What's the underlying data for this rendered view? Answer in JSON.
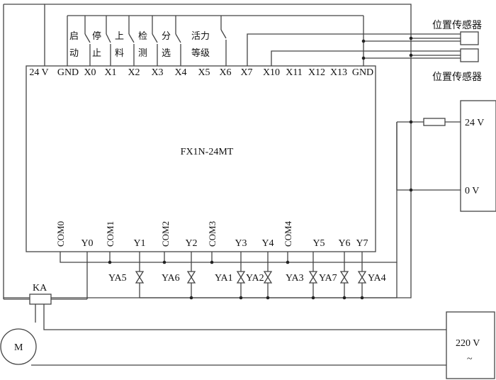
{
  "plc": {
    "model": "FX1N-24MT",
    "top_terminals": [
      "24 V",
      "GND",
      "X0",
      "X1",
      "X2",
      "X3",
      "X4",
      "X5",
      "X6",
      "X7",
      "X10",
      "X11",
      "X12",
      "X13",
      "GND"
    ],
    "com_terminals": [
      "COM0",
      "COM1",
      "COM2",
      "COM3",
      "COM4"
    ],
    "y_terminals": [
      "Y0",
      "Y1",
      "Y2",
      "Y3",
      "Y4",
      "Y5",
      "Y6",
      "Y7"
    ]
  },
  "switches": {
    "start": [
      "启",
      "动"
    ],
    "stop": [
      "停",
      "止"
    ],
    "load": [
      "上",
      "料"
    ],
    "detect": [
      "检",
      "测"
    ],
    "sort": [
      "分",
      "选"
    ],
    "grade": [
      "活力",
      "等级"
    ]
  },
  "sensors": [
    "位置传感器",
    "位置传感器"
  ],
  "valves": [
    "YA5",
    "YA6",
    "YA1",
    "YA2",
    "YA3",
    "YA7",
    "YA4"
  ],
  "power_24": {
    "plus": "24 V",
    "zero": "0 V"
  },
  "relay": "KA",
  "motor": "M",
  "mains": {
    "voltage": "220 V",
    "symbol": "~"
  }
}
